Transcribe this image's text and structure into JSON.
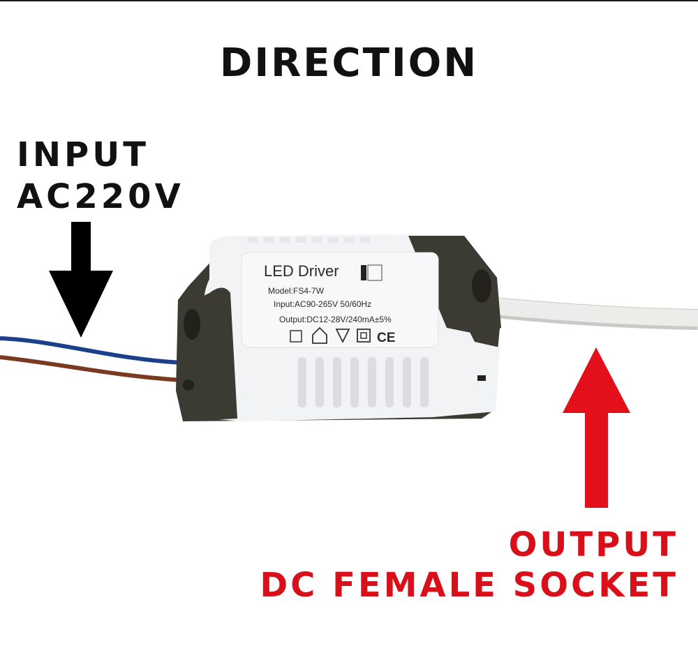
{
  "heading": "DIRECTION",
  "input_label": {
    "line1": "INPUT",
    "line2": "AC220V"
  },
  "output_label": {
    "line1": "OUTPUT",
    "line2": "DC FEMALE SOCKET"
  },
  "device_label": {
    "title": "LED Driver",
    "model": "Model:FS4-7W",
    "input": "Input:AC90-265V  50/60Hz",
    "output": "Output:DC12-28V/240mA±5%",
    "ce_mark": "CE"
  },
  "colors": {
    "input_arrow": "#000000",
    "output_arrow": "#e3101b",
    "output_text": "#d9101a",
    "wire_blue": "#1c3f8a",
    "wire_brown": "#7a3a22",
    "cable_white": "#e8e8e6",
    "housing_dark": "#3b3a33",
    "housing_light": "#f2f3f5"
  }
}
